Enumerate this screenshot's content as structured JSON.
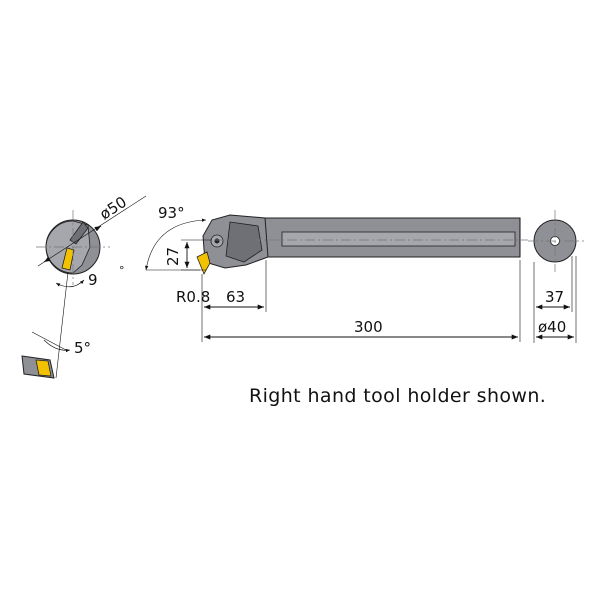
{
  "dimensions": {
    "head_diameter": "ø50",
    "clearance_angle": "9",
    "degree_mark": "°",
    "insert_angle": "5°",
    "approach_angle": "93°",
    "height_27": "27",
    "nose_radius": "R0.8",
    "length_63": "63",
    "overall_length": "300",
    "shank_flat": "37",
    "shank_diameter": "ø40"
  },
  "caption": "Right hand tool holder shown.",
  "colors": {
    "body": "#8f8f96",
    "insert": "#f2c200",
    "line": "#111111"
  }
}
